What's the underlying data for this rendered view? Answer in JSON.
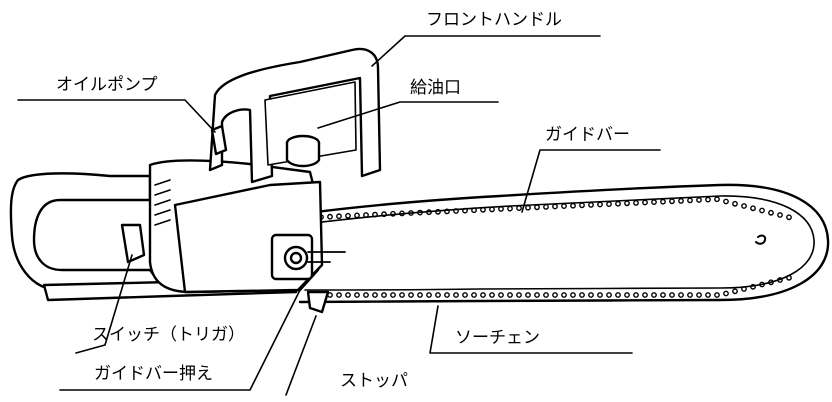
{
  "diagram": {
    "labels": {
      "front_handle": "フロントハンドル",
      "oil_pump": "オイルポンプ",
      "oil_inlet": "給油口",
      "guide_bar": "ガイドバー",
      "switch_trigger": "スイッチ（トリガ）",
      "saw_chain": "ソーチェン",
      "guide_bar_clamp": "ガイドバー押え",
      "stopper": "ストッパ"
    }
  }
}
